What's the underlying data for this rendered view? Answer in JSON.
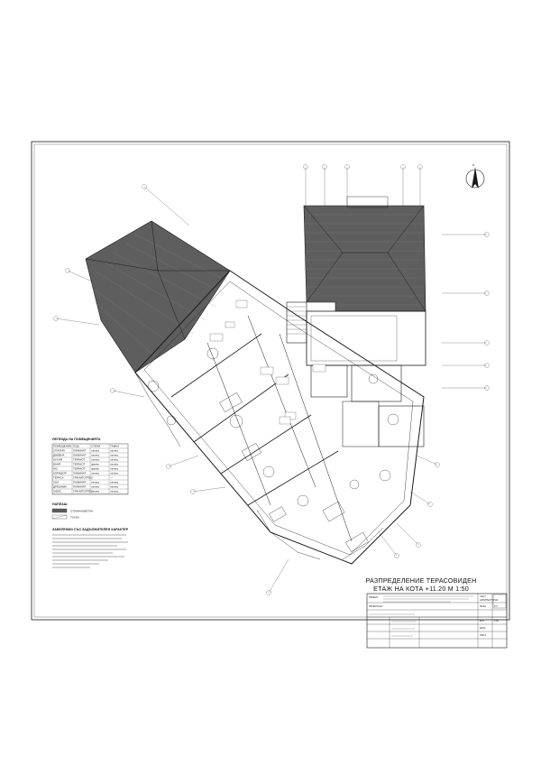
{
  "sheet": {
    "title_line1": "РАЗПРЕДЕЛЕНИЕ ТЕРАСОВИДЕН",
    "title_line2": "ЕТАЖ  НА КОТА +11.20 М 1:50"
  },
  "legend": {
    "heading": "ЛЕГЕНДА НА ПОМЕЩЕНИЯТА",
    "columns": [
      "ПОМЕЩЕНИЕ",
      "ПОД",
      "СТЕНИ",
      "ТАВАН"
    ],
    "rows": [
      [
        "СПАЛНЯ",
        "ЛАМИНАТ",
        "латекс",
        "латекс"
      ],
      [
        "ДНЕВНА",
        "ЛАМИНАТ",
        "латекс",
        "латекс"
      ],
      [
        "КУХНЯ",
        "ТЕРАКОТ",
        "латекс",
        "латекс"
      ],
      [
        "БАНЯ",
        "ТЕРАКОТ",
        "фаянс",
        "латекс"
      ],
      [
        "WC",
        "ТЕРАКОТ",
        "фаянс",
        "латекс"
      ],
      [
        "КОРИДОР",
        "ЛАМИНАТ",
        "латекс",
        "латекс"
      ],
      [
        "ТЕРАСА",
        "ГРАНИТОГРЕС",
        "—",
        "—"
      ],
      [
        "ХОЛ",
        "ЛАМИНАТ",
        "латекс",
        "латекс"
      ],
      [
        "ДРЕШНИК",
        "ЛАМИНАТ",
        "латекс",
        "латекс"
      ],
      [
        "ОФИС",
        "ГРАНИТОГРЕС",
        "латекс",
        "латекс"
      ]
    ]
  },
  "material_legend": {
    "heading": "НАПЛАШ",
    "items": [
      "СТОМАНОБЕТОН",
      "ТУХЛА"
    ]
  },
  "notes": {
    "heading": "ЗАБЕЛЕЖКИ СЪС ЗАДЪЛЖИТЕЛЕН ХАРАКТЕР"
  },
  "title_block": {
    "project_label": "ПРОЕКТ",
    "part_label": "ЧАСТ",
    "part_value": "АРХИТЕКТУРНА",
    "phase_label": "ФАЗА",
    "phase_value": "ТП",
    "designer_label": "ПРОЕКТАНТ",
    "scale_label": "М-Б",
    "scale_value": "1:50",
    "date_label": "ДАТА",
    "sheet_label": "ЛИСТ"
  },
  "colors": {
    "line": "#1a1a1a",
    "roof_fill": "#5e5e5e",
    "paper": "#ffffff"
  }
}
